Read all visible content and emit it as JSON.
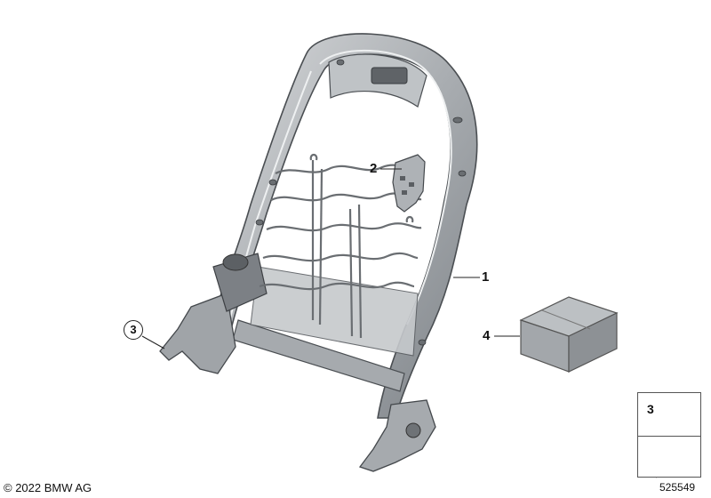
{
  "callouts": {
    "part_1": "1",
    "part_2": "2",
    "part_3": "3",
    "part_4": "4"
  },
  "legend": {
    "part_number": "3"
  },
  "footer": {
    "copyright": "© 2022 BMW AG",
    "diagram_id": "525549"
  },
  "icons": [
    "seat-backrest-frame",
    "bracket-icon",
    "screw-icon",
    "box-icon",
    "arrow-icon"
  ]
}
